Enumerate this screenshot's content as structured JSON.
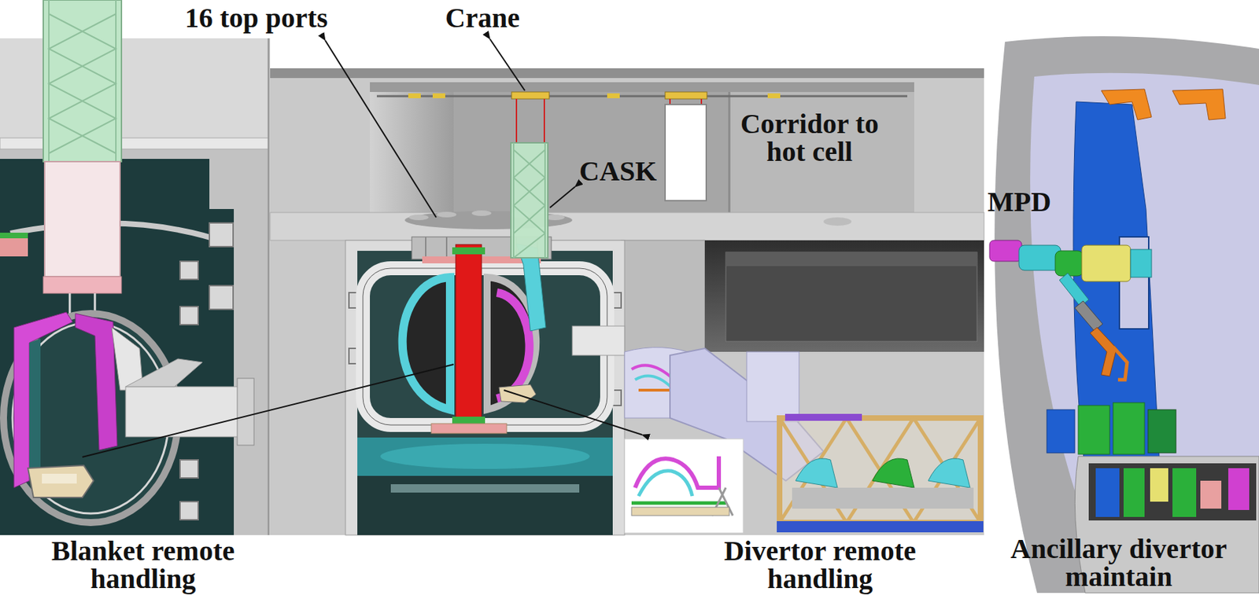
{
  "diagram": {
    "labels": [
      "16 top ports",
      "Crane",
      "Corridor to hot cell",
      "CASK",
      "MPD",
      "Blanket remote handling",
      "Divertor remote handling",
      "Ancillary divertor maintain"
    ]
  }
}
